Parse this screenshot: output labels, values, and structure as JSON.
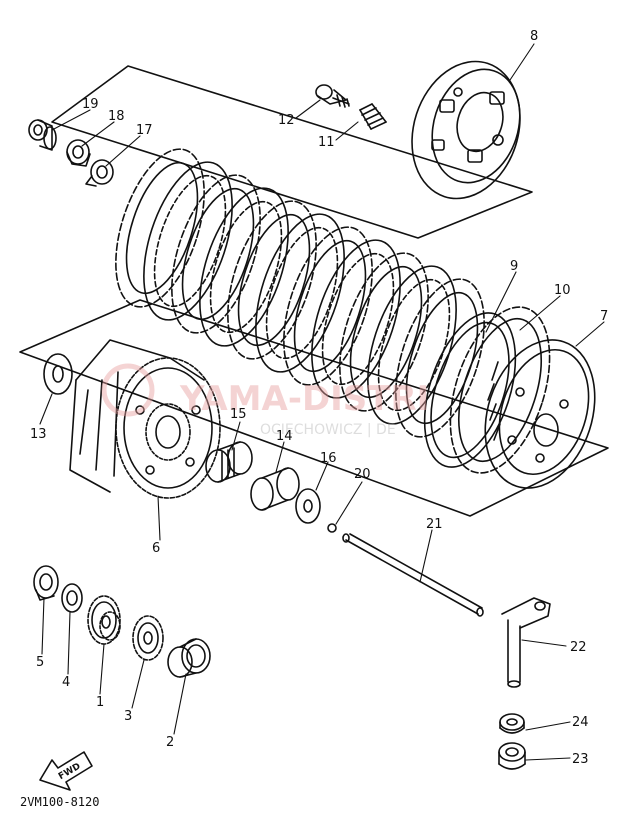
{
  "diagram": {
    "part_numbers": [
      "1",
      "2",
      "3",
      "4",
      "5",
      "6",
      "7",
      "8",
      "9",
      "10",
      "11",
      "12",
      "13",
      "14",
      "15",
      "16",
      "17",
      "18",
      "19",
      "20",
      "21",
      "22",
      "23",
      "24"
    ],
    "fwd_label": "FWD",
    "code_label": "2VM100-8120",
    "watermark": {
      "main": "YAMA-DISTRI",
      "sub": "OCIECHOWICZ | DE"
    },
    "colors": {
      "ink": "#111111",
      "watermark": "#e8a0a0",
      "watermark_sub": "#c9c9c9"
    }
  }
}
